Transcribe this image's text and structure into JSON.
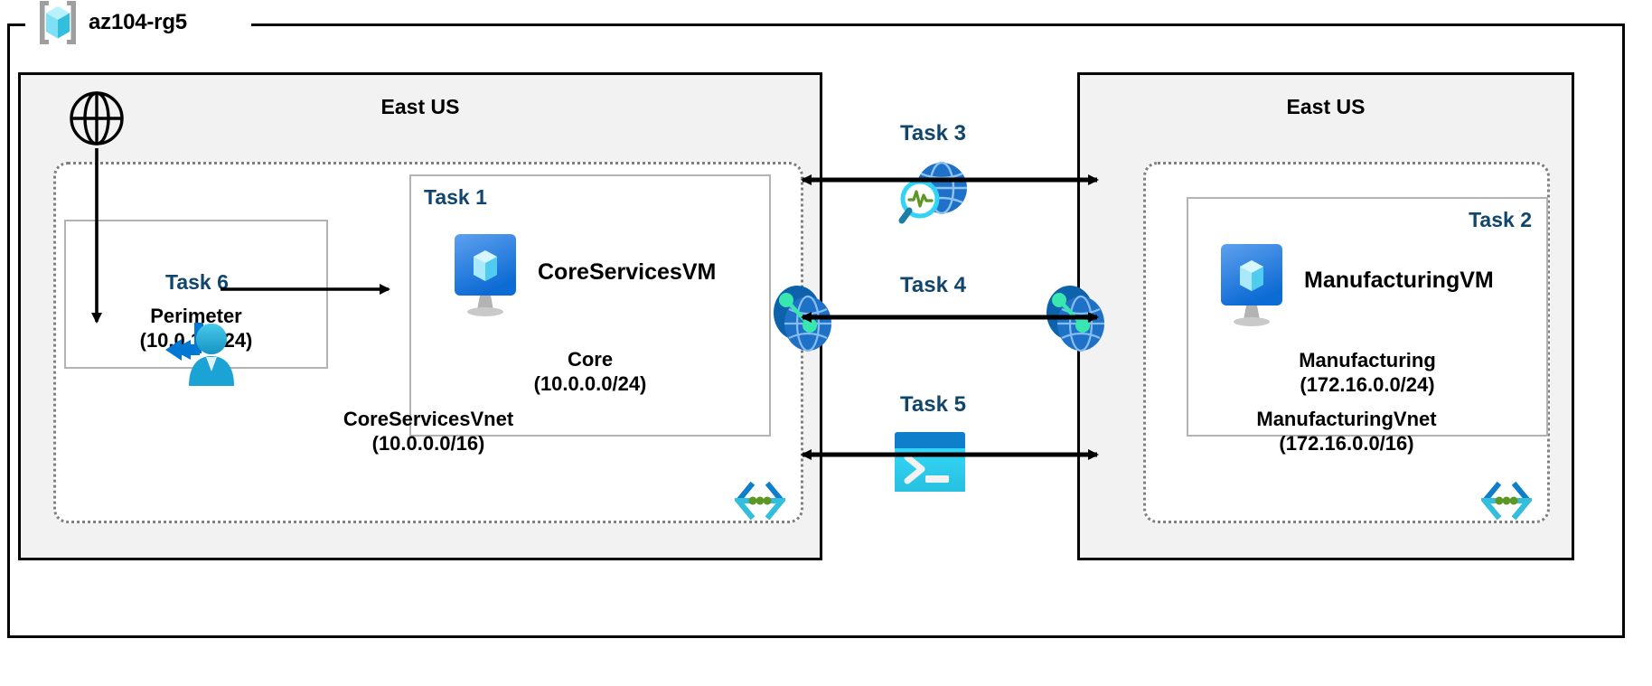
{
  "resource_group": {
    "name": "az104-rg5",
    "icon": "resource-group-cube-icon"
  },
  "regions": [
    {
      "id": "left",
      "title": "East US"
    },
    {
      "id": "right",
      "title": "East US"
    }
  ],
  "vnets": [
    {
      "id": "core",
      "name": "CoreServicesVnet",
      "cidr": "(10.0.0.0/16)",
      "corner_icon": "subnet-code-brackets-icon"
    },
    {
      "id": "manufacturing",
      "name": "ManufacturingVnet",
      "cidr": "(172.16.0.0/16)",
      "corner_icon": "subnet-code-brackets-icon"
    }
  ],
  "subnets": [
    {
      "id": "perimeter",
      "name": "Perimeter",
      "cidr": "(10.0.1.0/24)",
      "task": "Task 6",
      "icon": "user-with-arrow-icon"
    },
    {
      "id": "core",
      "name": "Core",
      "cidr": "(10.0.0.0/24)",
      "task": "Task 1",
      "vm_name": "CoreServicesVM",
      "icon": "virtual-machine-icon"
    },
    {
      "id": "manufacturing",
      "name": "Manufacturing",
      "cidr": "(172.16.0.0/24)",
      "task": "Task 2",
      "vm_name": "ManufacturingVM",
      "icon": "virtual-machine-icon"
    }
  ],
  "connections": [
    {
      "id": "task3",
      "label": "Task 3",
      "icon": "network-watcher-globe-icon"
    },
    {
      "id": "task4",
      "label": "Task 4",
      "icon": "vnet-peering-icon"
    },
    {
      "id": "task5",
      "label": "Task 5",
      "icon": "cloud-shell-terminal-icon"
    }
  ],
  "internet": {
    "icon": "globe-internet-icon"
  },
  "colors": {
    "task_label": "#10466e",
    "region_fill": "#f2f2f2",
    "region_border": "#000000",
    "vnet_border": "#808080",
    "subnet_border": "#b3b3b3",
    "azure_blue": "#0078d4",
    "cyan": "#32bedd",
    "green_dot": "#5e9624"
  }
}
